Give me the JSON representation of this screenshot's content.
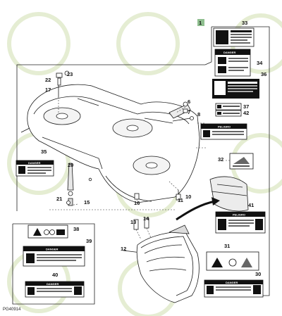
{
  "figure_id": "PG40914",
  "callouts": [
    "1",
    "6",
    "7",
    "8",
    "10",
    "11",
    "12",
    "13",
    "14",
    "15",
    "16",
    "17",
    "20",
    "21",
    "22",
    "23",
    "30",
    "31",
    "32",
    "33",
    "34",
    "35",
    "36",
    "37",
    "38",
    "39",
    "40",
    "41",
    "42"
  ],
  "decal_text": {
    "danger": "DANGER",
    "peligro": "PELIGRO"
  },
  "colors": {
    "line": "#1a1a1a",
    "decal_black": "#111111",
    "callout_box": "#8fbf8f",
    "watermark": "#dfe9c8"
  }
}
